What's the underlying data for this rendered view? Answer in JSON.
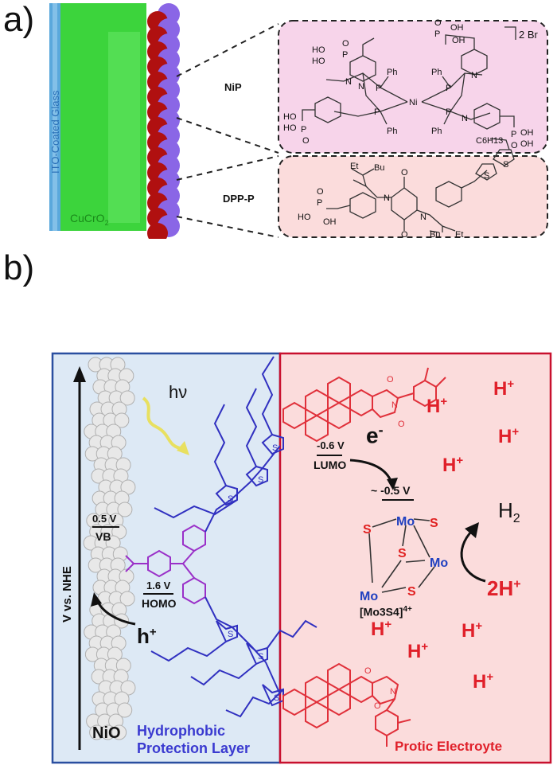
{
  "panel_a": {
    "label": "a)",
    "ito_label": "ITO-Coated Glass",
    "cucro_label": "CuCrO",
    "cucro_sub": "2",
    "nip_label": "NiP",
    "dpp_label": "DPP-P",
    "nip_counter_ion": "2 Br",
    "nip_atoms": {
      "ni": "Ni",
      "p": "P",
      "n": "N",
      "ph": "Ph",
      "oh": "OH",
      "ho": "HO",
      "o": "O"
    },
    "dpp_atoms": {
      "c6h13": "C6H13",
      "s": "S",
      "et": "Et",
      "bu": "Bu",
      "n": "N",
      "o": "O",
      "oh": "OH",
      "ho": "HO",
      "p": "P"
    },
    "colors": {
      "ito": "#5aa8dc",
      "cucro": "#3cd43c",
      "nip_box": "#f7d4ea",
      "dpp_box": "#fbdcdc",
      "red_bead": "#b01010",
      "purple_bead": "#8a66e6"
    }
  },
  "panel_b": {
    "label": "b)",
    "axis_label": "V vs. NHE",
    "light": "hν",
    "electron": "e",
    "electron_sign": "-",
    "vb_value": "0.5 V",
    "vb_label": "VB",
    "homo_value": "1.6 V",
    "homo_label": "HOMO",
    "lumo_value": "-0.6 V",
    "lumo_label": "LUMO",
    "cat_value": "~ -0.5 V",
    "hole": "h",
    "hole_sign": "+",
    "catalyst_label": "[Mo3S4]",
    "catalyst_charge": "4+",
    "atoms": {
      "mo": "Mo",
      "s": "S"
    },
    "h2": "H",
    "h2_sub": "2",
    "two_h": "2H",
    "two_h_sup": "+",
    "proton": "H",
    "proton_sup": "+",
    "nio_label": "NiO",
    "layer_label_1": "Hydrophobic",
    "layer_label_2": "Protection Layer",
    "electrolyte_label": "Protic Electroyte",
    "colors": {
      "blue_panel": "#dde9f5",
      "red_panel": "#fbdcdc",
      "blue_border": "#2a4fa0",
      "red_border": "#c8102e",
      "dye": "#3030c0",
      "anchor": "#9a30c8",
      "pmi": "#e0303a",
      "mo": "#2040c0",
      "s": "#e02020"
    }
  }
}
